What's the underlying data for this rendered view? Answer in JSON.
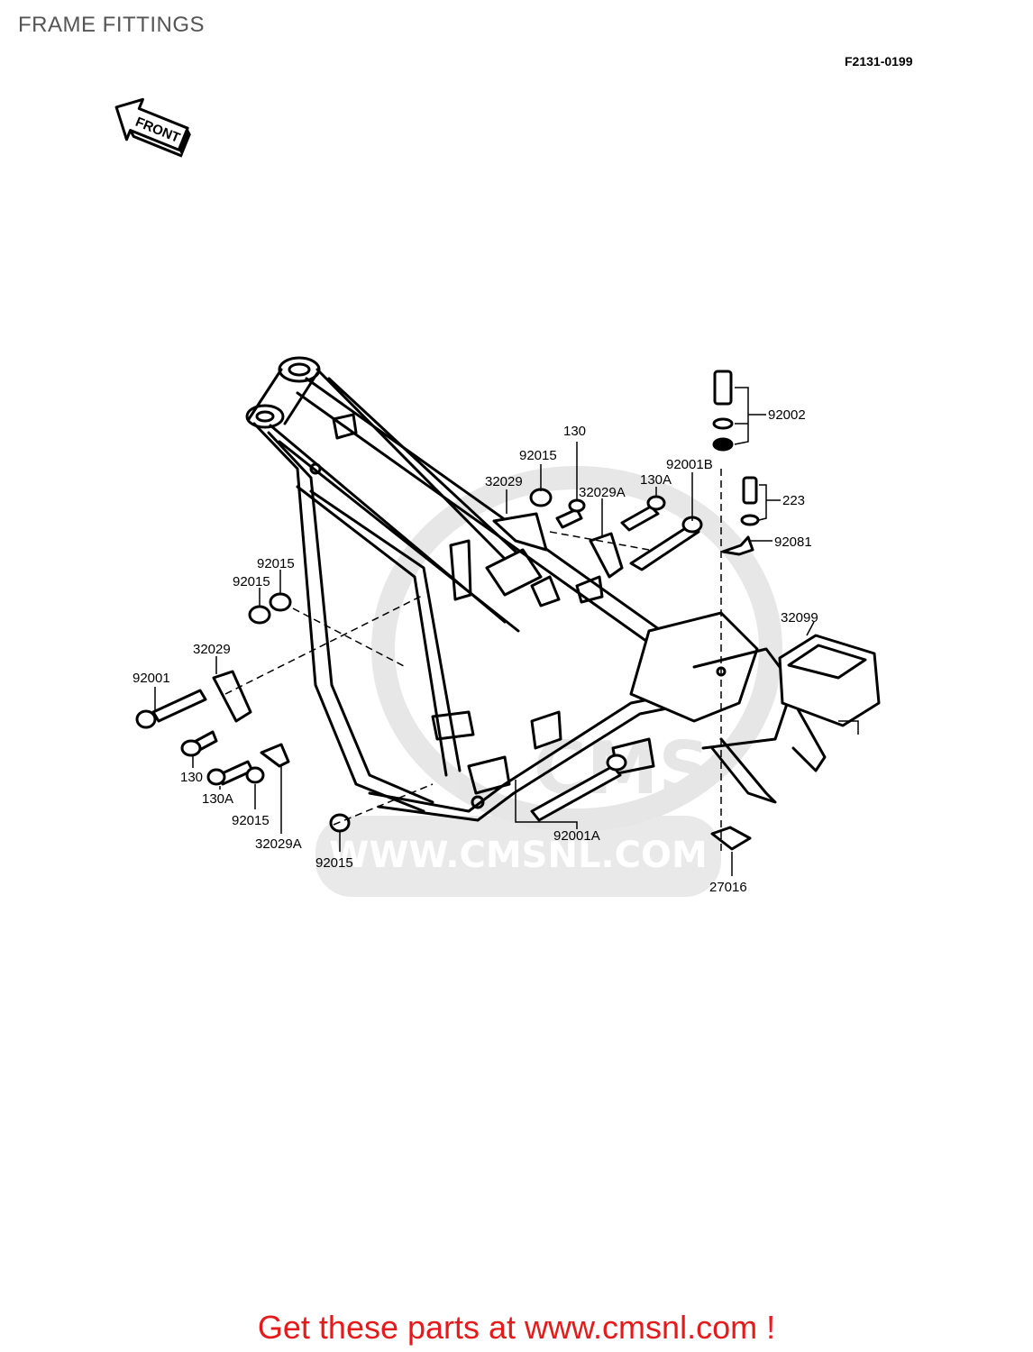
{
  "header": {
    "title": "FRAME FITTINGS",
    "figure_code": "F2131-0199"
  },
  "direction_arrow": {
    "label": "FRONT"
  },
  "watermark": {
    "url_text": "WWW.CMSNL.COM",
    "logo_text": "CMS"
  },
  "callouts": [
    {
      "id": "92002",
      "label": "92002"
    },
    {
      "id": "223",
      "label": "223"
    },
    {
      "id": "92081",
      "label": "92081"
    },
    {
      "id": "32099",
      "label": "32099"
    },
    {
      "id": "92001B",
      "label": "92001B"
    },
    {
      "id": "130-top",
      "label": "130"
    },
    {
      "id": "130A-top",
      "label": "130A"
    },
    {
      "id": "92015-top",
      "label": "92015"
    },
    {
      "id": "32029-top",
      "label": "32029"
    },
    {
      "id": "32029A-top",
      "label": "32029A"
    },
    {
      "id": "92015-left-a",
      "label": "92015"
    },
    {
      "id": "92015-left-b",
      "label": "92015"
    },
    {
      "id": "32029-left",
      "label": "32029"
    },
    {
      "id": "92001-left",
      "label": "92001"
    },
    {
      "id": "130-bottom",
      "label": "130"
    },
    {
      "id": "130A-bottom",
      "label": "130A"
    },
    {
      "id": "92015-bottom",
      "label": "92015"
    },
    {
      "id": "32029A-bottom",
      "label": "32029A"
    },
    {
      "id": "92015-bottom-center",
      "label": "92015"
    },
    {
      "id": "92001A",
      "label": "92001A"
    },
    {
      "id": "27016",
      "label": "27016"
    }
  ],
  "footer": {
    "cta_text": "Get these parts at www.cmsnl.com !"
  },
  "colors": {
    "cta": "#e51a1a",
    "title": "#555555",
    "line": "#000000",
    "watermark": "#cfcfcf"
  }
}
